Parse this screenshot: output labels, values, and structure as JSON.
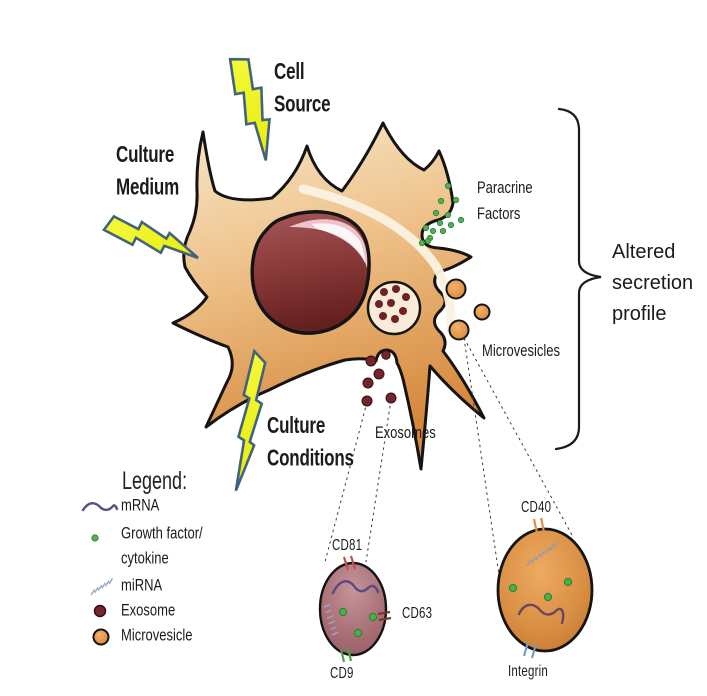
{
  "diagram": {
    "stimuli": {
      "cell_source": {
        "lines": [
          "Cell",
          "Source"
        ]
      },
      "culture_medium": {
        "lines": [
          "Culture",
          "Medium"
        ]
      },
      "culture_conditions": {
        "lines": [
          "Culture",
          "Conditions"
        ]
      }
    },
    "secretions": {
      "paracrine_factors": {
        "lines": [
          "Paracrine",
          "Factors"
        ]
      },
      "microvesicles_label": "Microvesicles",
      "exosomes_label": "Exosomes"
    },
    "brace_label": {
      "lines": [
        "Altered",
        "secretion",
        "profile"
      ]
    },
    "exosome_vesicle": {
      "marker_top": "CD81",
      "marker_right": "CD63",
      "marker_bottom": "CD9"
    },
    "microvesicle_vesicle": {
      "marker_top": "CD40",
      "marker_bottom": "Integrin"
    }
  },
  "legend": {
    "title": "Legend:",
    "items": [
      {
        "icon": "mrna-squiggle-icon",
        "label": "mRNA"
      },
      {
        "icon": "growth-factor-dot-icon",
        "label": "Growth factor/",
        "label_line2": "cytokine"
      },
      {
        "icon": "mirna-hatch-icon",
        "label": "miRNA"
      },
      {
        "icon": "exosome-dot-icon",
        "label": "Exosome"
      },
      {
        "icon": "microvesicle-circle-icon",
        "label": "Microvesicle"
      }
    ]
  },
  "colors": {
    "cell_fill": "#eec189",
    "cell_outline": "#141414",
    "nucleus": "#8a3a3a",
    "nucleus_highlight": "#eec3c9",
    "mvb_fill": "#f8ecd8",
    "exosome_dot": "#74262e",
    "microvesicle_orange": "#d98f44",
    "paracrine_green": "#4fae52",
    "mrna_purple": "#574a82",
    "mirna_blue": "#98a7c2",
    "bolt_yellow": "#eef314",
    "bolt_outline": "#41637e",
    "exosome_vesicle_fill": "#b5767e",
    "cd81_red": "#c0504d",
    "cd9_green": "#44a348",
    "cd40_orange": "#dd8f44",
    "integrin_blue": "#6f9ed0"
  }
}
